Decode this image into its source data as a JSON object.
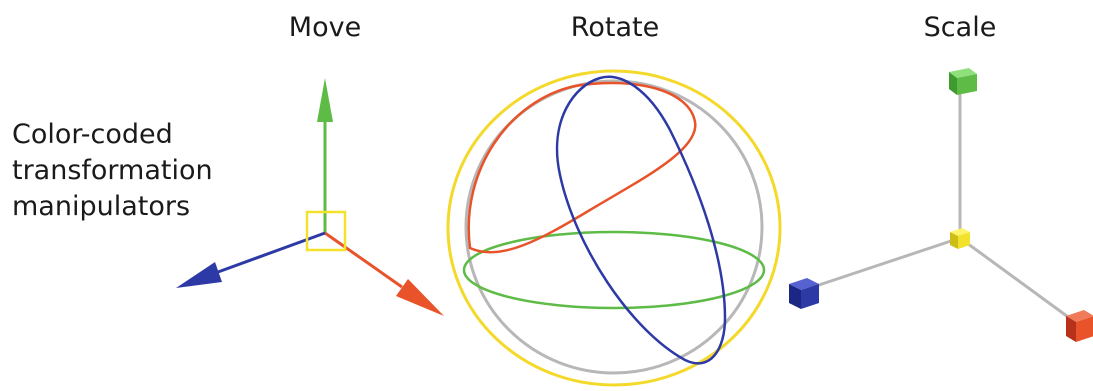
{
  "labels": {
    "move": "Move",
    "rotate": "Rotate",
    "scale": "Scale"
  },
  "caption": {
    "line1": "Color-coded",
    "line2": "transformation",
    "line3": "manipulators"
  },
  "colors": {
    "x_axis": "#e8532a",
    "y_axis": "#5dbb46",
    "z_axis": "#2d3aa6",
    "center": "#f2e22c",
    "outer_ring": "#f4d92a",
    "view_ring": "#b7b7b7"
  },
  "icons": {
    "move_manipulator": "move-tool-icon",
    "rotate_manipulator": "rotate-tool-icon",
    "scale_manipulator": "scale-tool-icon"
  }
}
